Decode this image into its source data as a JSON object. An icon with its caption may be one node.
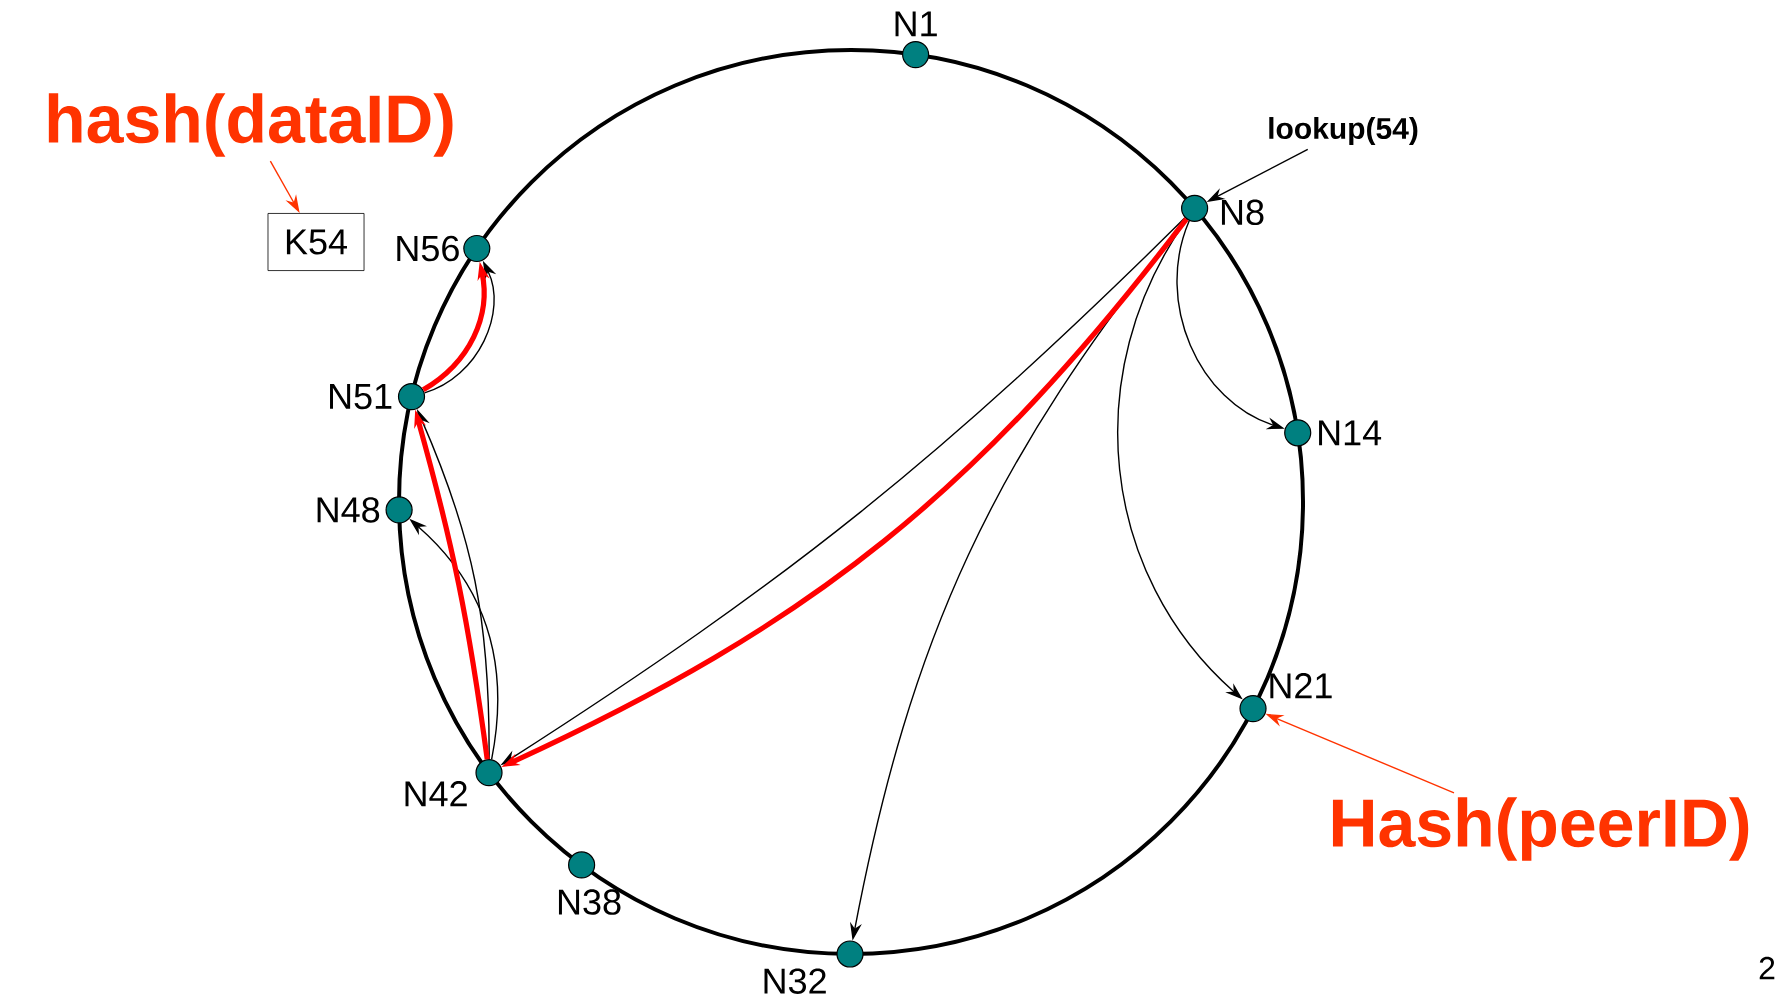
{
  "diagram": {
    "nodes": [
      {
        "text": [],
        "shape": "circle",
        "beside": [
          "N1"
        ]
      },
      {
        "text": [
          "hash(dataID)"
        ]
      },
      {
        "text": [
          "lookup(54)"
        ]
      },
      {
        "text": [
          "K54"
        ]
      },
      {
        "text": [],
        "shape": "circle",
        "beside": [
          "N56"
        ]
      },
      {
        "text": [],
        "shape": "circle",
        "beside": [
          "N8"
        ]
      },
      {
        "text": [],
        "shape": "circle",
        "beside": [
          "N51"
        ]
      },
      {
        "text": [],
        "shape": "circle",
        "beside": [
          "N14"
        ]
      },
      {
        "text": [],
        "shape": "circle",
        "beside": [
          "N48"
        ]
      },
      {
        "text": [],
        "shape": "circle",
        "beside": [
          "N21"
        ]
      },
      {
        "text": [],
        "shape": "circle",
        "beside": [
          "N42"
        ]
      },
      {
        "text": [
          "Hash(peerID)"
        ]
      },
      {
        "text": [],
        "shape": "circle",
        "beside": [
          "N38"
        ]
      },
      {
        "text": [],
        "shape": "circle",
        "beside": [
          "N32"
        ]
      }
    ],
    "edges": [
      {
        "from": 2,
        "to": 5,
        "arrow": "to"
      },
      {
        "from": 1,
        "to": 3,
        "arrow": "to",
        "color": "#ff3300"
      },
      {
        "from": 11,
        "to": 9,
        "arrow": "to",
        "color": "#ff3300"
      },
      {
        "from": 5,
        "to": 7,
        "arrow": "to"
      },
      {
        "from": 5,
        "to": 9,
        "arrow": "to"
      },
      {
        "from": 5,
        "to": 13,
        "arrow": "to"
      },
      {
        "from": 5,
        "to": 10,
        "arrow": "to"
      },
      {
        "from": 5,
        "to": 10,
        "arrow": "to",
        "style": "thick",
        "color": "#ff0000"
      },
      {
        "from": 10,
        "to": 8,
        "arrow": "to"
      },
      {
        "from": 10,
        "to": 6,
        "arrow": "to"
      },
      {
        "from": 10,
        "to": 6,
        "arrow": "to",
        "style": "thick",
        "color": "#ff0000"
      },
      {
        "from": 6,
        "to": 4,
        "arrow": "to"
      },
      {
        "from": 6,
        "to": 4,
        "arrow": "to",
        "style": "thick",
        "color": "#ff0000"
      }
    ],
    "labels": [
      "2"
    ]
  }
}
